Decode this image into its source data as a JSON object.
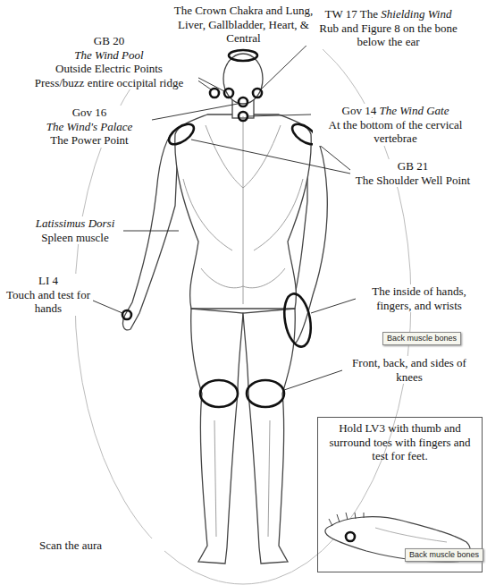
{
  "diagram": {
    "nodes": [
      {
        "text": [
          "Hold LV3 with thumb and surround toes with fingers and test for feet."
        ]
      },
      {
        "text": [
          "Back muscle bones"
        ]
      },
      {
        "text": [
          "Back muscle bones"
        ]
      }
    ],
    "labels": [
      "The Crown Chakra and Lung, Liver, Gallbladder, Heart, & Central",
      "GB 20",
      "The Wind Pool",
      "Outside Electric Points",
      "Press/buzz entire occipital ridge",
      "TW 17 The",
      "Shielding Wind",
      "Rub and Figure 8 on the bone below the ear",
      "Gov 16",
      "The Wind's Palace",
      "The Power Point",
      "Gov 14",
      "The Wind Gate",
      "At the bottom of the cervical vertebrae",
      "GB 21",
      "The Shoulder Well Point",
      "Latissimus Dorsi",
      "Spleen muscle",
      "LI 4",
      "Touch and test for hands",
      "The inside of hands, fingers, and wrists",
      "Front, back, and sides of knees",
      "Scan the aura"
    ]
  }
}
